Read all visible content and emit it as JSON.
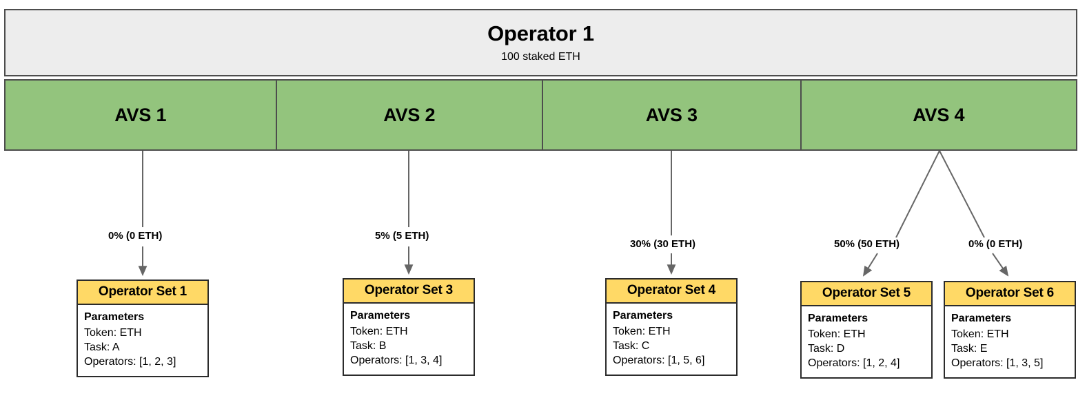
{
  "operator": {
    "title": "Operator 1",
    "subtitle": "100 staked ETH"
  },
  "avs": [
    {
      "label": "AVS 1"
    },
    {
      "label": "AVS 2"
    },
    {
      "label": "AVS 3"
    },
    {
      "label": "AVS 4"
    }
  ],
  "edges": [
    {
      "from": "AVS 1",
      "to": "Operator Set 1",
      "label": "0% (0 ETH)",
      "percent": 0,
      "eth": 0
    },
    {
      "from": "AVS 2",
      "to": "Operator Set 3",
      "label": "5% (5 ETH)",
      "percent": 5,
      "eth": 5
    },
    {
      "from": "AVS 3",
      "to": "Operator Set 4",
      "label": "30% (30 ETH)",
      "percent": 30,
      "eth": 30
    },
    {
      "from": "AVS 4",
      "to": "Operator Set 5",
      "label": "50% (50 ETH)",
      "percent": 50,
      "eth": 50
    },
    {
      "from": "AVS 4",
      "to": "Operator Set 6",
      "label": "0% (0 ETH)",
      "percent": 0,
      "eth": 0
    }
  ],
  "operator_sets": [
    {
      "title": "Operator Set 1",
      "params_heading": "Parameters",
      "token": "Token: ETH",
      "task": "Task: A",
      "operators": "Operators: [1, 2, 3]"
    },
    {
      "title": "Operator Set 3",
      "params_heading": "Parameters",
      "token": "Token: ETH",
      "task": "Task: B",
      "operators": "Operators: [1, 3, 4]"
    },
    {
      "title": "Operator Set 4",
      "params_heading": "Parameters",
      "token": "Token: ETH",
      "task": "Task: C",
      "operators": "Operators: [1, 5, 6]"
    },
    {
      "title": "Operator Set 5",
      "params_heading": "Parameters",
      "token": "Token: ETH",
      "task": "Task: D",
      "operators": "Operators: [1, 2, 4]"
    },
    {
      "title": "Operator Set 6",
      "params_heading": "Parameters",
      "token": "Token: ETH",
      "task": "Task: E",
      "operators": "Operators: [1, 3, 5]"
    }
  ],
  "colors": {
    "operator_bar": "#ededed",
    "avs_green": "#93c47d",
    "opset_header_yellow": "#ffd966",
    "border_dark": "#4d4d4d",
    "arrow_gray": "#666666"
  }
}
